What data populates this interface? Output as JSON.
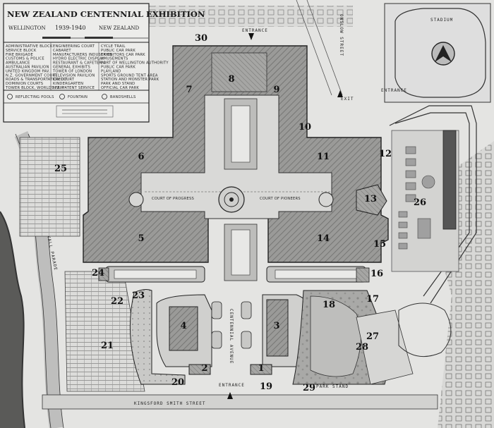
{
  "title": {
    "line1": "NEW ZEALAND CENTENNIAL EXHIBITION",
    "city": "WELLINGTON",
    "years": "1939-1940",
    "country": "NEW ZEALAND"
  },
  "legend": {
    "col1": [
      "ADMINISTRATIVE BLOCK",
      "SERVICE BLOCK",
      "FIRE BRIGADE",
      "CUSTOMS & POLICE",
      "AMBULANCE",
      "AUSTRALIAN PAVILION",
      "UNITED KINGDOM PAV.",
      "N.Z. GOVERNMENT COURT",
      "ROADS & TRANSPORTATION COURT",
      "DOMINION COURTS",
      "TOWER BLOCK, WORLDS FAIR"
    ],
    "col2": [
      "ENGINEERING COURT",
      "CABARET",
      "MANUFACTURERS INDUSTRIES",
      "HYDRO ELECTRIC DISPLAY",
      "RESTAURANT & CAFETERIA",
      "GENERAL EXHIBITS",
      "TOWER OF LONDON",
      "TELEVISION PAVILION",
      "CREDIT",
      "KINDERGARTEN",
      "N.Z. PATENT SERVICE"
    ],
    "col3": [
      "CYCLE TRAIL",
      "PUBLIC CAR PARK",
      "EXHIBITORS CAR PARK",
      "AMUSEMENTS",
      "PORT OF WELLINGTON AUTHORITY",
      "PUBLIC CAR PARK",
      "PLAYLAND",
      "SPORTS GROUND TENT AREA",
      "STATION AND MONSTER PARK",
      "PARK AND STAND",
      "OFFICIAL CAR PARK"
    ],
    "symbols": [
      "REFLECTING POOLS",
      "FOUNTAIN",
      "BANDSHELLS"
    ]
  },
  "labels": {
    "court_left": "COURT OF PROGRESS",
    "court_right": "COURT OF PIONEERS",
    "avenue": "CENTENNIAL AVENUE",
    "entrance_top": "ENTRANCE",
    "entrance_bottom": "ENTRANCE",
    "entrance_right": "ENTRANCE",
    "exit": "EXIT",
    "stadium": "STADIUM",
    "kingsford": "KINGSFORD SMITH STREET",
    "onslow": "ONSLOW STREET",
    "lyall": "LYALL PARADE",
    "park_stand": "PARK STAND"
  },
  "numbers": [
    "1",
    "2",
    "3",
    "4",
    "5",
    "6",
    "7",
    "8",
    "9",
    "10",
    "11",
    "12",
    "13",
    "14",
    "15",
    "16",
    "17",
    "18",
    "19",
    "20",
    "21",
    "22",
    "23",
    "24",
    "25",
    "26",
    "27",
    "28",
    "29",
    "30"
  ]
}
